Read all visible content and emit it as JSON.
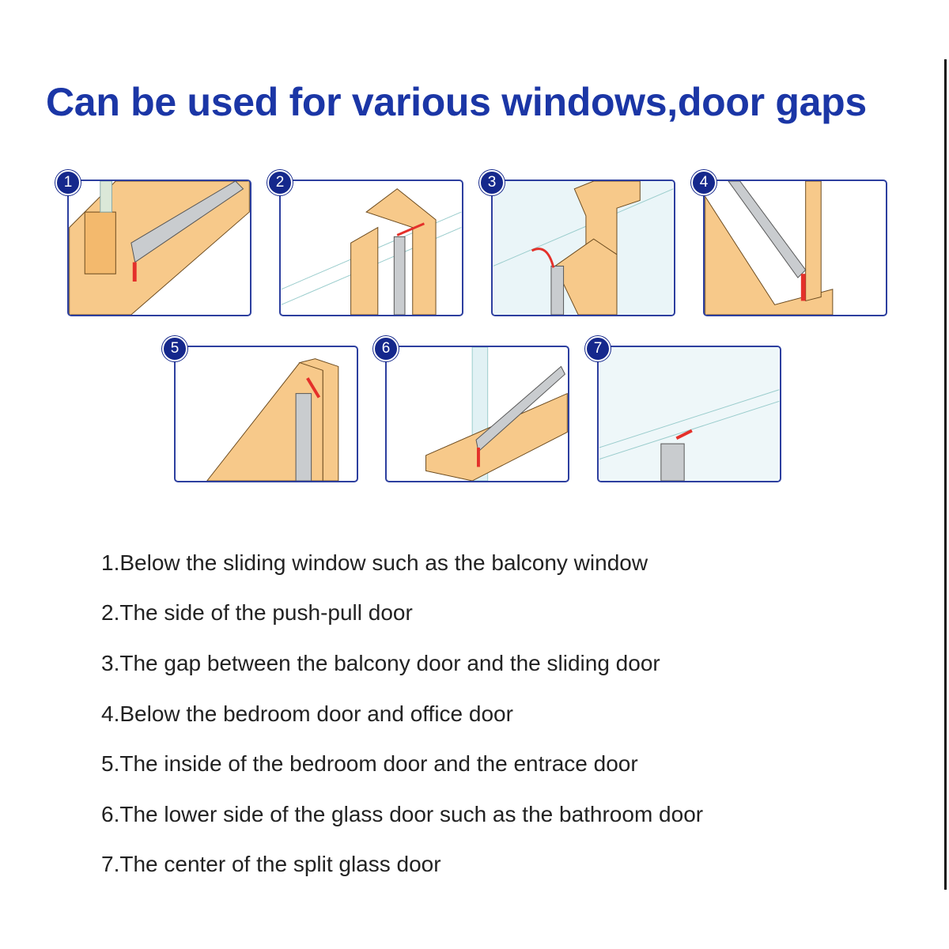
{
  "title": "Can be used for various windows,door gaps",
  "badges": [
    "1",
    "2",
    "3",
    "4",
    "5",
    "6",
    "7"
  ],
  "uses": [
    "1.Below the sliding window such as the balcony window",
    "2.The side of the push-pull door",
    "3.The gap between the balcony door and the sliding door",
    "4.Below the bedroom door and office door",
    "5.The inside of the bedroom door and the entrace door",
    "6.The lower side of the glass door such as the bathroom door",
    "7.The center of the split glass door"
  ],
  "colors": {
    "title": "#1b36a6",
    "border": "#2d3f9f",
    "badge": "#15288c",
    "wood": "#f7c98a",
    "strip": "#c9cccf",
    "seal": "#e4302a"
  }
}
